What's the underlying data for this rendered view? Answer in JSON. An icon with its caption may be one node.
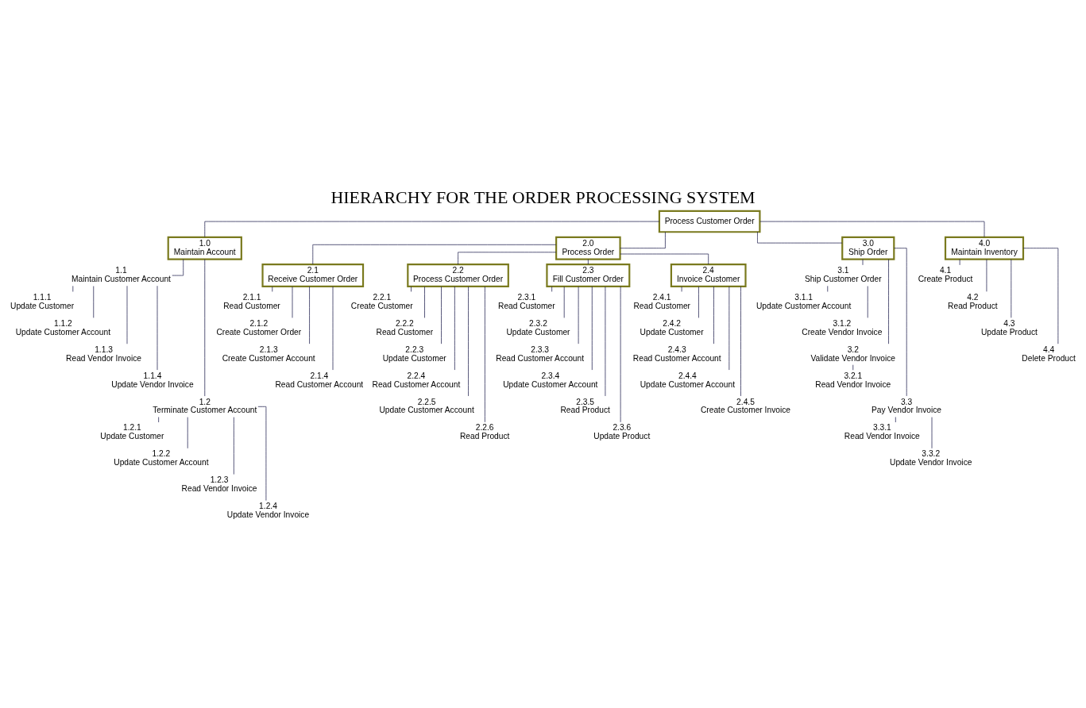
{
  "diagram": {
    "title": "HIERARCHY FOR THE ORDER PROCESSING SYSTEM",
    "nodes": [
      {
        "text": [
          "Process Customer Order"
        ]
      },
      {
        "text": [
          "1.0",
          "Maintain Account"
        ]
      },
      {
        "text": [
          "2.0",
          "Process Order"
        ]
      },
      {
        "text": [
          "3.0",
          "Ship Order"
        ]
      },
      {
        "text": [
          "4.0",
          "Maintain Inventory"
        ]
      },
      {
        "text": [
          "1.1",
          "Maintain Customer Account"
        ]
      },
      {
        "text": [
          "1.1.1",
          "Update Customer"
        ]
      },
      {
        "text": [
          "1.1.2",
          "Update Customer Account"
        ]
      },
      {
        "text": [
          "1.1.3",
          "Read Vendor Invoice"
        ]
      },
      {
        "text": [
          "1.1.4",
          "Update Vendor Invoice"
        ]
      },
      {
        "text": [
          "1.2",
          "Terminate Customer Account"
        ]
      },
      {
        "text": [
          "1.2.1",
          "Update Customer"
        ]
      },
      {
        "text": [
          "1.2.2",
          "Update Customer Account"
        ]
      },
      {
        "text": [
          "1.2.3",
          "Read Vendor Invoice"
        ]
      },
      {
        "text": [
          "1.2.4",
          "Update Vendor Invoice"
        ]
      },
      {
        "text": [
          "2.1",
          "Receive Customer Order"
        ]
      },
      {
        "text": [
          "2.2",
          "Process Customer Order"
        ]
      },
      {
        "text": [
          "2.3",
          "Fill Customer Order"
        ]
      },
      {
        "text": [
          "2.4",
          "Invoice Customer"
        ]
      },
      {
        "text": [
          "2.1.1",
          "Read Customer"
        ]
      },
      {
        "text": [
          "2.1.2",
          "Create Customer Order"
        ]
      },
      {
        "text": [
          "2.1.3",
          "Create Customer Account"
        ]
      },
      {
        "text": [
          "2.1.4",
          "Read Customer Account"
        ]
      },
      {
        "text": [
          "2.2.1",
          "Create Customer"
        ]
      },
      {
        "text": [
          "2.2.2",
          "Read Customer"
        ]
      },
      {
        "text": [
          "2.2.3",
          "Update Customer"
        ]
      },
      {
        "text": [
          "2.2.4",
          "Read Customer Account"
        ]
      },
      {
        "text": [
          "2.2.5",
          "Update Customer Account"
        ]
      },
      {
        "text": [
          "2.2.6",
          "Read Product"
        ]
      },
      {
        "text": [
          "2.3.1",
          "Read Customer"
        ]
      },
      {
        "text": [
          "2.3.2",
          "Update Customer"
        ]
      },
      {
        "text": [
          "2.3.3",
          "Read Customer Account"
        ]
      },
      {
        "text": [
          "2.3.4",
          "Update Customer Account"
        ]
      },
      {
        "text": [
          "2.3.5",
          "Read Product"
        ]
      },
      {
        "text": [
          "2.3.6",
          "Update Product"
        ]
      },
      {
        "text": [
          "2.4.1",
          "Read Customer"
        ]
      },
      {
        "text": [
          "2.4.2",
          "Update Customer"
        ]
      },
      {
        "text": [
          "2.4.3",
          "Read Customer Account"
        ]
      },
      {
        "text": [
          "2.4.4",
          "Update Customer Account"
        ]
      },
      {
        "text": [
          "2.4.5",
          "Create Customer Invoice"
        ]
      },
      {
        "text": [
          "3.1",
          "Ship Customer Order"
        ]
      },
      {
        "text": [
          "3.1.1",
          "Update Customer Account"
        ]
      },
      {
        "text": [
          "3.1.2",
          "Create Vendor Invoice"
        ]
      },
      {
        "text": [
          "3.2",
          "Validate Vendor Invoice"
        ]
      },
      {
        "text": [
          "3.2.1",
          "Read Vendor Invoice"
        ]
      },
      {
        "text": [
          "3.3",
          "Pay Vendor Invoice"
        ]
      },
      {
        "text": [
          "3.3.1",
          "Read Vendor Invoice"
        ]
      },
      {
        "text": [
          "3.3.2",
          "Update Vendor Invoice"
        ]
      },
      {
        "text": [
          "4.1",
          "Create Product"
        ]
      },
      {
        "text": [
          "4.2",
          "Read Product"
        ]
      },
      {
        "text": [
          "4.3",
          "Update Product"
        ]
      },
      {
        "text": [
          "4.4",
          "Delete Product"
        ]
      }
    ],
    "edges": [
      {
        "from": 0,
        "to": 1,
        "arrow": "none"
      },
      {
        "from": 0,
        "to": 2,
        "arrow": "none"
      },
      {
        "from": 0,
        "to": 3,
        "arrow": "none"
      },
      {
        "from": 0,
        "to": 4,
        "arrow": "none"
      },
      {
        "from": 1,
        "to": 5,
        "arrow": "none"
      },
      {
        "from": 5,
        "to": 6,
        "arrow": "none"
      },
      {
        "from": 5,
        "to": 7,
        "arrow": "none"
      },
      {
        "from": 5,
        "to": 8,
        "arrow": "none"
      },
      {
        "from": 5,
        "to": 9,
        "arrow": "none"
      },
      {
        "from": 1,
        "to": 10,
        "arrow": "none"
      },
      {
        "from": 10,
        "to": 11,
        "arrow": "none"
      },
      {
        "from": 10,
        "to": 12,
        "arrow": "none"
      },
      {
        "from": 10,
        "to": 13,
        "arrow": "none"
      },
      {
        "from": 10,
        "to": 14,
        "arrow": "none"
      },
      {
        "from": 2,
        "to": 15,
        "arrow": "none"
      },
      {
        "from": 2,
        "to": 16,
        "arrow": "none"
      },
      {
        "from": 2,
        "to": 17,
        "arrow": "none"
      },
      {
        "from": 2,
        "to": 18,
        "arrow": "none"
      },
      {
        "from": 15,
        "to": 19,
        "arrow": "none"
      },
      {
        "from": 15,
        "to": 20,
        "arrow": "none"
      },
      {
        "from": 15,
        "to": 21,
        "arrow": "none"
      },
      {
        "from": 15,
        "to": 22,
        "arrow": "none"
      },
      {
        "from": 16,
        "to": 23,
        "arrow": "none"
      },
      {
        "from": 16,
        "to": 24,
        "arrow": "none"
      },
      {
        "from": 16,
        "to": 25,
        "arrow": "none"
      },
      {
        "from": 16,
        "to": 26,
        "arrow": "none"
      },
      {
        "from": 16,
        "to": 27,
        "arrow": "none"
      },
      {
        "from": 16,
        "to": 28,
        "arrow": "none"
      },
      {
        "from": 17,
        "to": 29,
        "arrow": "none"
      },
      {
        "from": 17,
        "to": 30,
        "arrow": "none"
      },
      {
        "from": 17,
        "to": 31,
        "arrow": "none"
      },
      {
        "from": 17,
        "to": 32,
        "arrow": "none"
      },
      {
        "from": 17,
        "to": 33,
        "arrow": "none"
      },
      {
        "from": 17,
        "to": 34,
        "arrow": "none"
      },
      {
        "from": 18,
        "to": 35,
        "arrow": "none"
      },
      {
        "from": 18,
        "to": 36,
        "arrow": "none"
      },
      {
        "from": 18,
        "to": 37,
        "arrow": "none"
      },
      {
        "from": 18,
        "to": 38,
        "arrow": "none"
      },
      {
        "from": 18,
        "to": 39,
        "arrow": "none"
      },
      {
        "from": 3,
        "to": 40,
        "arrow": "none"
      },
      {
        "from": 40,
        "to": 41,
        "arrow": "none"
      },
      {
        "from": 40,
        "to": 42,
        "arrow": "none"
      },
      {
        "from": 3,
        "to": 43,
        "arrow": "none"
      },
      {
        "from": 43,
        "to": 44,
        "arrow": "none"
      },
      {
        "from": 3,
        "to": 45,
        "arrow": "none"
      },
      {
        "from": 45,
        "to": 46,
        "arrow": "none"
      },
      {
        "from": 45,
        "to": 47,
        "arrow": "none"
      },
      {
        "from": 4,
        "to": 48,
        "arrow": "none"
      },
      {
        "from": 4,
        "to": 49,
        "arrow": "none"
      },
      {
        "from": 4,
        "to": 50,
        "arrow": "none"
      },
      {
        "from": 4,
        "to": 51,
        "arrow": "none"
      }
    ]
  }
}
